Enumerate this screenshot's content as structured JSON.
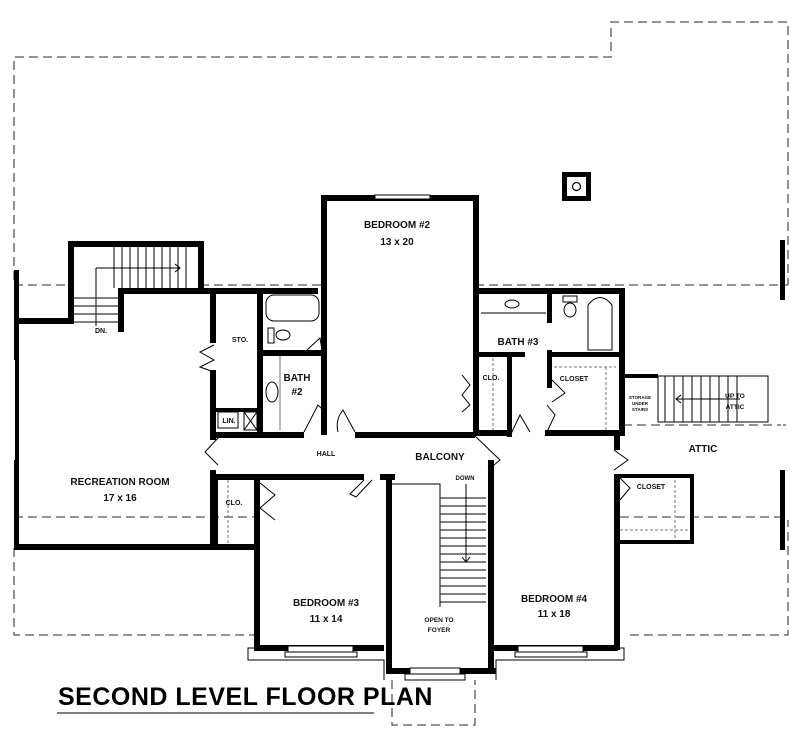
{
  "plan": {
    "title": "SECOND LEVEL FLOOR PLAN",
    "rooms": {
      "bedroom2": {
        "name": "BEDROOM #2",
        "size": "13 x 20"
      },
      "bedroom3": {
        "name": "BEDROOM #3",
        "size": "11 x 14"
      },
      "bedroom4": {
        "name": "BEDROOM #4",
        "size": "11 x 18"
      },
      "recreation": {
        "name": "RECREATION ROOM",
        "size": "17 x 16"
      },
      "bath2": {
        "line1": "BATH",
        "line2": "#2"
      },
      "bath3": {
        "name": "BATH #3"
      },
      "sto": {
        "name": "STO."
      },
      "lin": {
        "name": "LIN."
      },
      "clo_left": {
        "name": "CLO."
      },
      "clo_bath3": {
        "name": "CLO."
      },
      "closet_bath3": {
        "name": "CLOSET"
      },
      "closet_bed4": {
        "name": "CLOSET"
      },
      "hall": {
        "name": "HALL"
      },
      "balcony": {
        "name": "BALCONY"
      },
      "attic": {
        "name": "ATTIC"
      }
    },
    "annotations": {
      "dn": "DN.",
      "down": "DOWN",
      "open_to_line1": "OPEN TO",
      "open_to_line2": "FOYER",
      "up_to_line1": "UP TO",
      "up_to_line2": "ATTIC",
      "storage_line1": "STORAGE",
      "storage_line2": "UNDER",
      "storage_line3": "STAIRS"
    }
  }
}
